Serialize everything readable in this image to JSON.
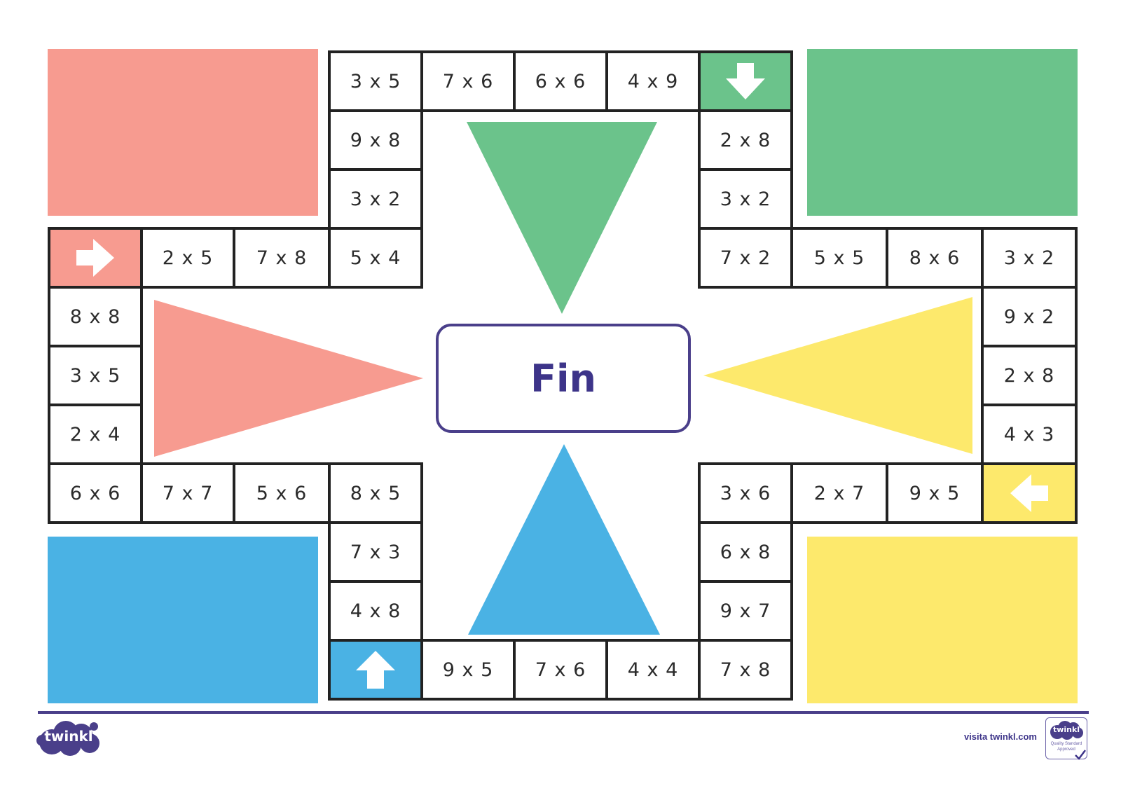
{
  "colors": {
    "red": "#f79b90",
    "green": "#6bc38b",
    "blue": "#4ab2e4",
    "yellow": "#fde96c",
    "border": "#222222",
    "purple": "#3d3489"
  },
  "board": {
    "center_label": "Fin",
    "top_track": {
      "row": [
        "3 x 5",
        "7 x 6",
        "6 x 6",
        "4 x 9"
      ],
      "left_col": [
        "9 x 8",
        "3 x 2",
        "5 x 4"
      ],
      "right_col": [
        "2 x 8",
        "3 x 2",
        "7 x 2"
      ],
      "start_arrow": "down-arrow-icon"
    },
    "left_track": {
      "row": [
        "2 x 5",
        "7 x 8"
      ],
      "col": [
        "8 x 8",
        "3 x 5",
        "2 x 4",
        "6 x 6"
      ],
      "start_arrow": "right-arrow-icon"
    },
    "bottom_left_track": {
      "row": [
        "7 x 7",
        "5 x 6",
        "8 x 5"
      ],
      "col": [
        "7 x 3",
        "4 x 8"
      ],
      "start_arrow": "up-arrow-icon"
    },
    "bottom_track": {
      "row": [
        "9 x 5",
        "7 x 6",
        "4 x 4",
        "7 x 8"
      ]
    },
    "right_track": {
      "row_top": [
        "5 x 5",
        "8 x 6",
        "3 x 2"
      ],
      "col": [
        "9 x 2",
        "2 x 8",
        "4 x 3"
      ],
      "row_bottom": [
        "3 x 6",
        "2 x 7",
        "9 x 5"
      ],
      "col_lower": [
        "6 x 8",
        "9 x 7"
      ],
      "start_arrow": "left-arrow-icon"
    }
  },
  "footer": {
    "logo_text": "twinkl",
    "visit_text": "visita twinkl.com",
    "badge_logo": "twinkl",
    "badge_line1": "Quality Standard",
    "badge_line2": "Approved"
  }
}
